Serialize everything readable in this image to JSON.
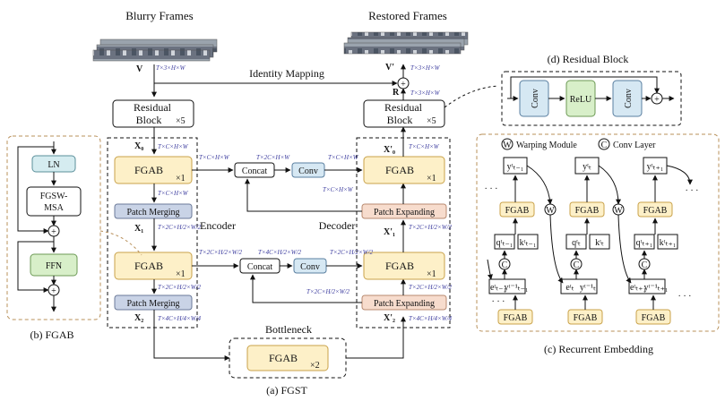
{
  "labels": {
    "blurry_frames": "Blurry Frames",
    "restored_frames": "Restored Frames",
    "identity_mapping": "Identity Mapping",
    "encoder": "Encoder",
    "decoder": "Decoder",
    "bottleneck": "Bottleneck",
    "caption_fgst": "(a) FGST",
    "caption_fgab": "(b) FGAB",
    "caption_residual": "(d) Residual Block",
    "caption_recurrent": "(c) Recurrent Embedding",
    "V": "V",
    "V_prime": "V'",
    "R": "R",
    "X0": "X₀",
    "X1": "X₁",
    "X2": "X₂",
    "X0p": "X'₀",
    "X1p": "X'₁",
    "X2p": "X'₂"
  },
  "blocks": {
    "residual_block": "Residual",
    "residual_block2": "Block",
    "times5": "×5",
    "fgab": "FGAB",
    "times1": "×1",
    "times2": "×2",
    "patch_merging": "Patch Merging",
    "patch_expanding": "Patch Expanding",
    "concat": "Concat",
    "conv": "Conv",
    "relu": "ReLU",
    "ln": "LN",
    "fgsw1": "FGSW-",
    "fgsw2": "MSA",
    "ffn": "FFN"
  },
  "dims": {
    "txhxw": "T×3×H×W",
    "txcxhxw": "T×C×H×W",
    "tx2c_half": "T×2C×H/2×W/2",
    "tx4c_quarter": "T×4C×H/4×W/4",
    "concat_top": "T×2C×H×W",
    "concat_mid": "T×4C×H/2×W/2"
  },
  "recurrent": {
    "legend_w": "Warping Module",
    "legend_c": "Conv Layer",
    "w": "W",
    "c": "C",
    "y_prev": "yᵗₜ₋₁",
    "y_cur": "yᵗₜ",
    "y_next": "yᵗₜ₊₁",
    "q_prev": "qᵗₜ₋₁",
    "q_cur": "qᵗₜ",
    "q_next": "qᵗₜ₊₁",
    "k_prev": "kᵗₜ₋₁",
    "k_cur": "kᵗₜ",
    "k_next": "kᵗₜ₊₁",
    "e_prev": "eᵗₜ₋₁",
    "e_cur": "eᵗₜ",
    "e_next": "eᵗₜ₊₁",
    "ym_prev": "yᵗ⁻¹ₜ₋₁",
    "ym_cur": "yᵗ⁻¹ₜ",
    "ym_next": "yᵗ⁻¹ₜ₊₁",
    "dots": "· · ·"
  },
  "colors": {
    "fgab_fill": "#fdf0c8",
    "fgab_stroke": "#c9a24a",
    "merge_fill": "#c9d3e6",
    "expand_fill": "#f7dccd",
    "ln_fill": "#d5ecf0",
    "ffn_fill": "#d8efc9",
    "conv_fill": "#d6e8f3",
    "relu_fill": "#d8efc9",
    "dashed_brown": "#b8905a"
  }
}
